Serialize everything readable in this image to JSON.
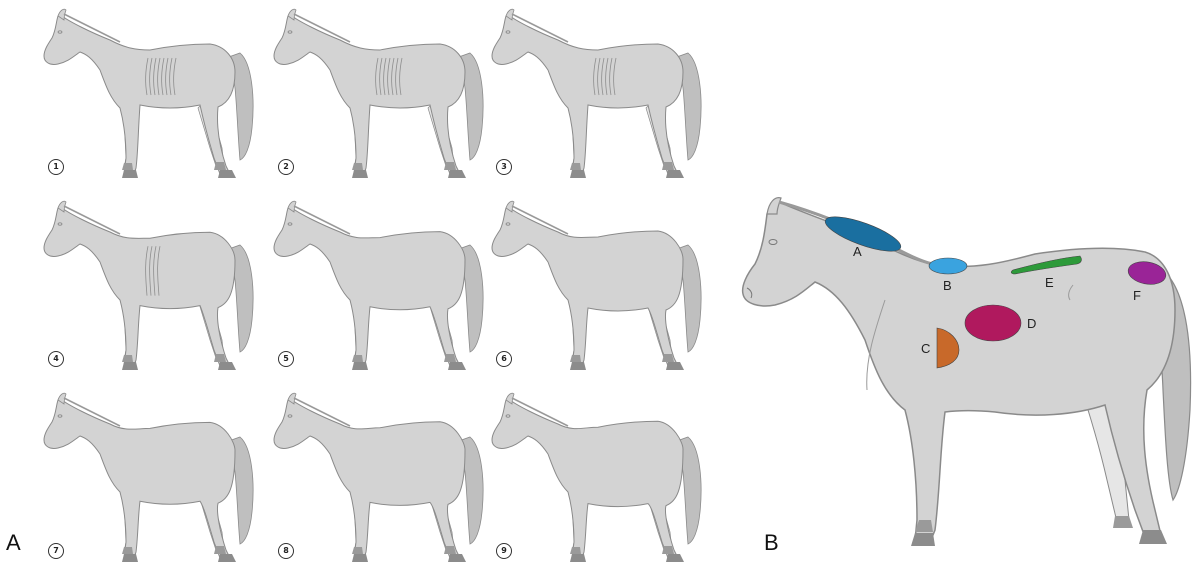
{
  "panel_a": {
    "letter": "A",
    "horses": [
      {
        "score": "1",
        "ribs": 8,
        "lean": true
      },
      {
        "score": "2",
        "ribs": 7,
        "lean": true
      },
      {
        "score": "3",
        "ribs": 6,
        "lean": true
      },
      {
        "score": "4",
        "ribs": 4,
        "lean": false
      },
      {
        "score": "5",
        "ribs": 0,
        "lean": false
      },
      {
        "score": "6",
        "ribs": 0,
        "lean": false
      },
      {
        "score": "7",
        "ribs": 0,
        "lean": false
      },
      {
        "score": "8",
        "ribs": 0,
        "lean": false
      },
      {
        "score": "9",
        "ribs": 0,
        "lean": false
      }
    ]
  },
  "panel_b": {
    "letter": "B",
    "regions": [
      {
        "label": "A",
        "color": "#1a6fa0"
      },
      {
        "label": "B",
        "color": "#3aa3df"
      },
      {
        "label": "C",
        "color": "#c8692a"
      },
      {
        "label": "D",
        "color": "#b0195e"
      },
      {
        "label": "E",
        "color": "#2d9a3a"
      },
      {
        "label": "F",
        "color": "#9a2497"
      }
    ]
  },
  "colors": {
    "horse_fill": "#d3d3d3",
    "horse_stroke": "#8a8a8a",
    "hoof": "#8c8c8c"
  }
}
